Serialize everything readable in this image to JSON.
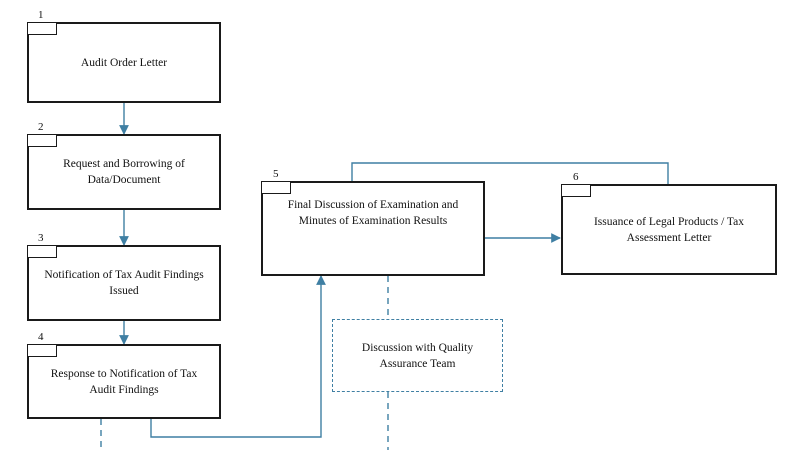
{
  "diagram": {
    "colors": {
      "connector": "#3f7fa3",
      "box_border": "#1a1a1a"
    },
    "steps": [
      {
        "number": "1",
        "label": "Audit Order Letter"
      },
      {
        "number": "2",
        "label": "Request and Borrowing of Data/Document"
      },
      {
        "number": "3",
        "label": "Notification of Tax Audit Findings Issued"
      },
      {
        "number": "4",
        "label": "Response to Notification of Tax Audit Findings"
      },
      {
        "number": "5",
        "label": "Final Discussion of Examination and Minutes of Examination Results"
      },
      {
        "number": "6",
        "label": "Issuance of Legal Products / Tax Assessment Letter"
      }
    ],
    "note": {
      "label": "Discussion with Quality Assurance Team"
    }
  }
}
